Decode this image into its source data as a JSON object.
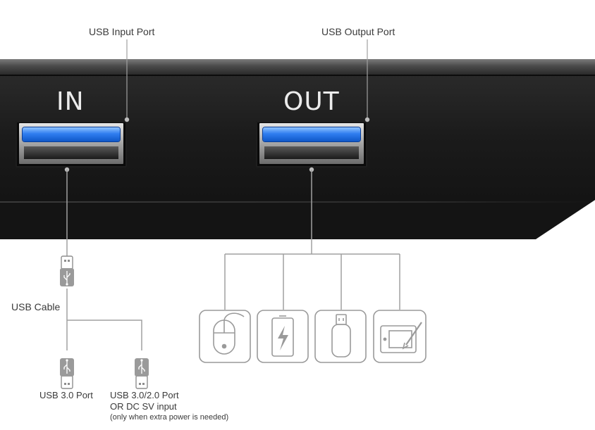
{
  "labels": {
    "usb_input_port": "USB Input Port",
    "usb_output_port": "USB Output Port",
    "in": "IN",
    "out": "OUT",
    "usb_cable": "USB Cable",
    "usb30_port": "USB 3.0 Port",
    "usb3020_port_line1": "USB 3.0/2.0 Port",
    "usb3020_port_line2": "OR DC SV input",
    "power_note": "(only when extra power is needed)"
  },
  "icons": [
    "mouse-icon",
    "power-bank-icon",
    "usb-flash-drive-icon",
    "drawing-tablet-icon"
  ],
  "colors": {
    "device": "#1b1b1b",
    "port_blue": "#2f7df0",
    "line": "#9a9a9a",
    "label": "#3a3a3a"
  }
}
